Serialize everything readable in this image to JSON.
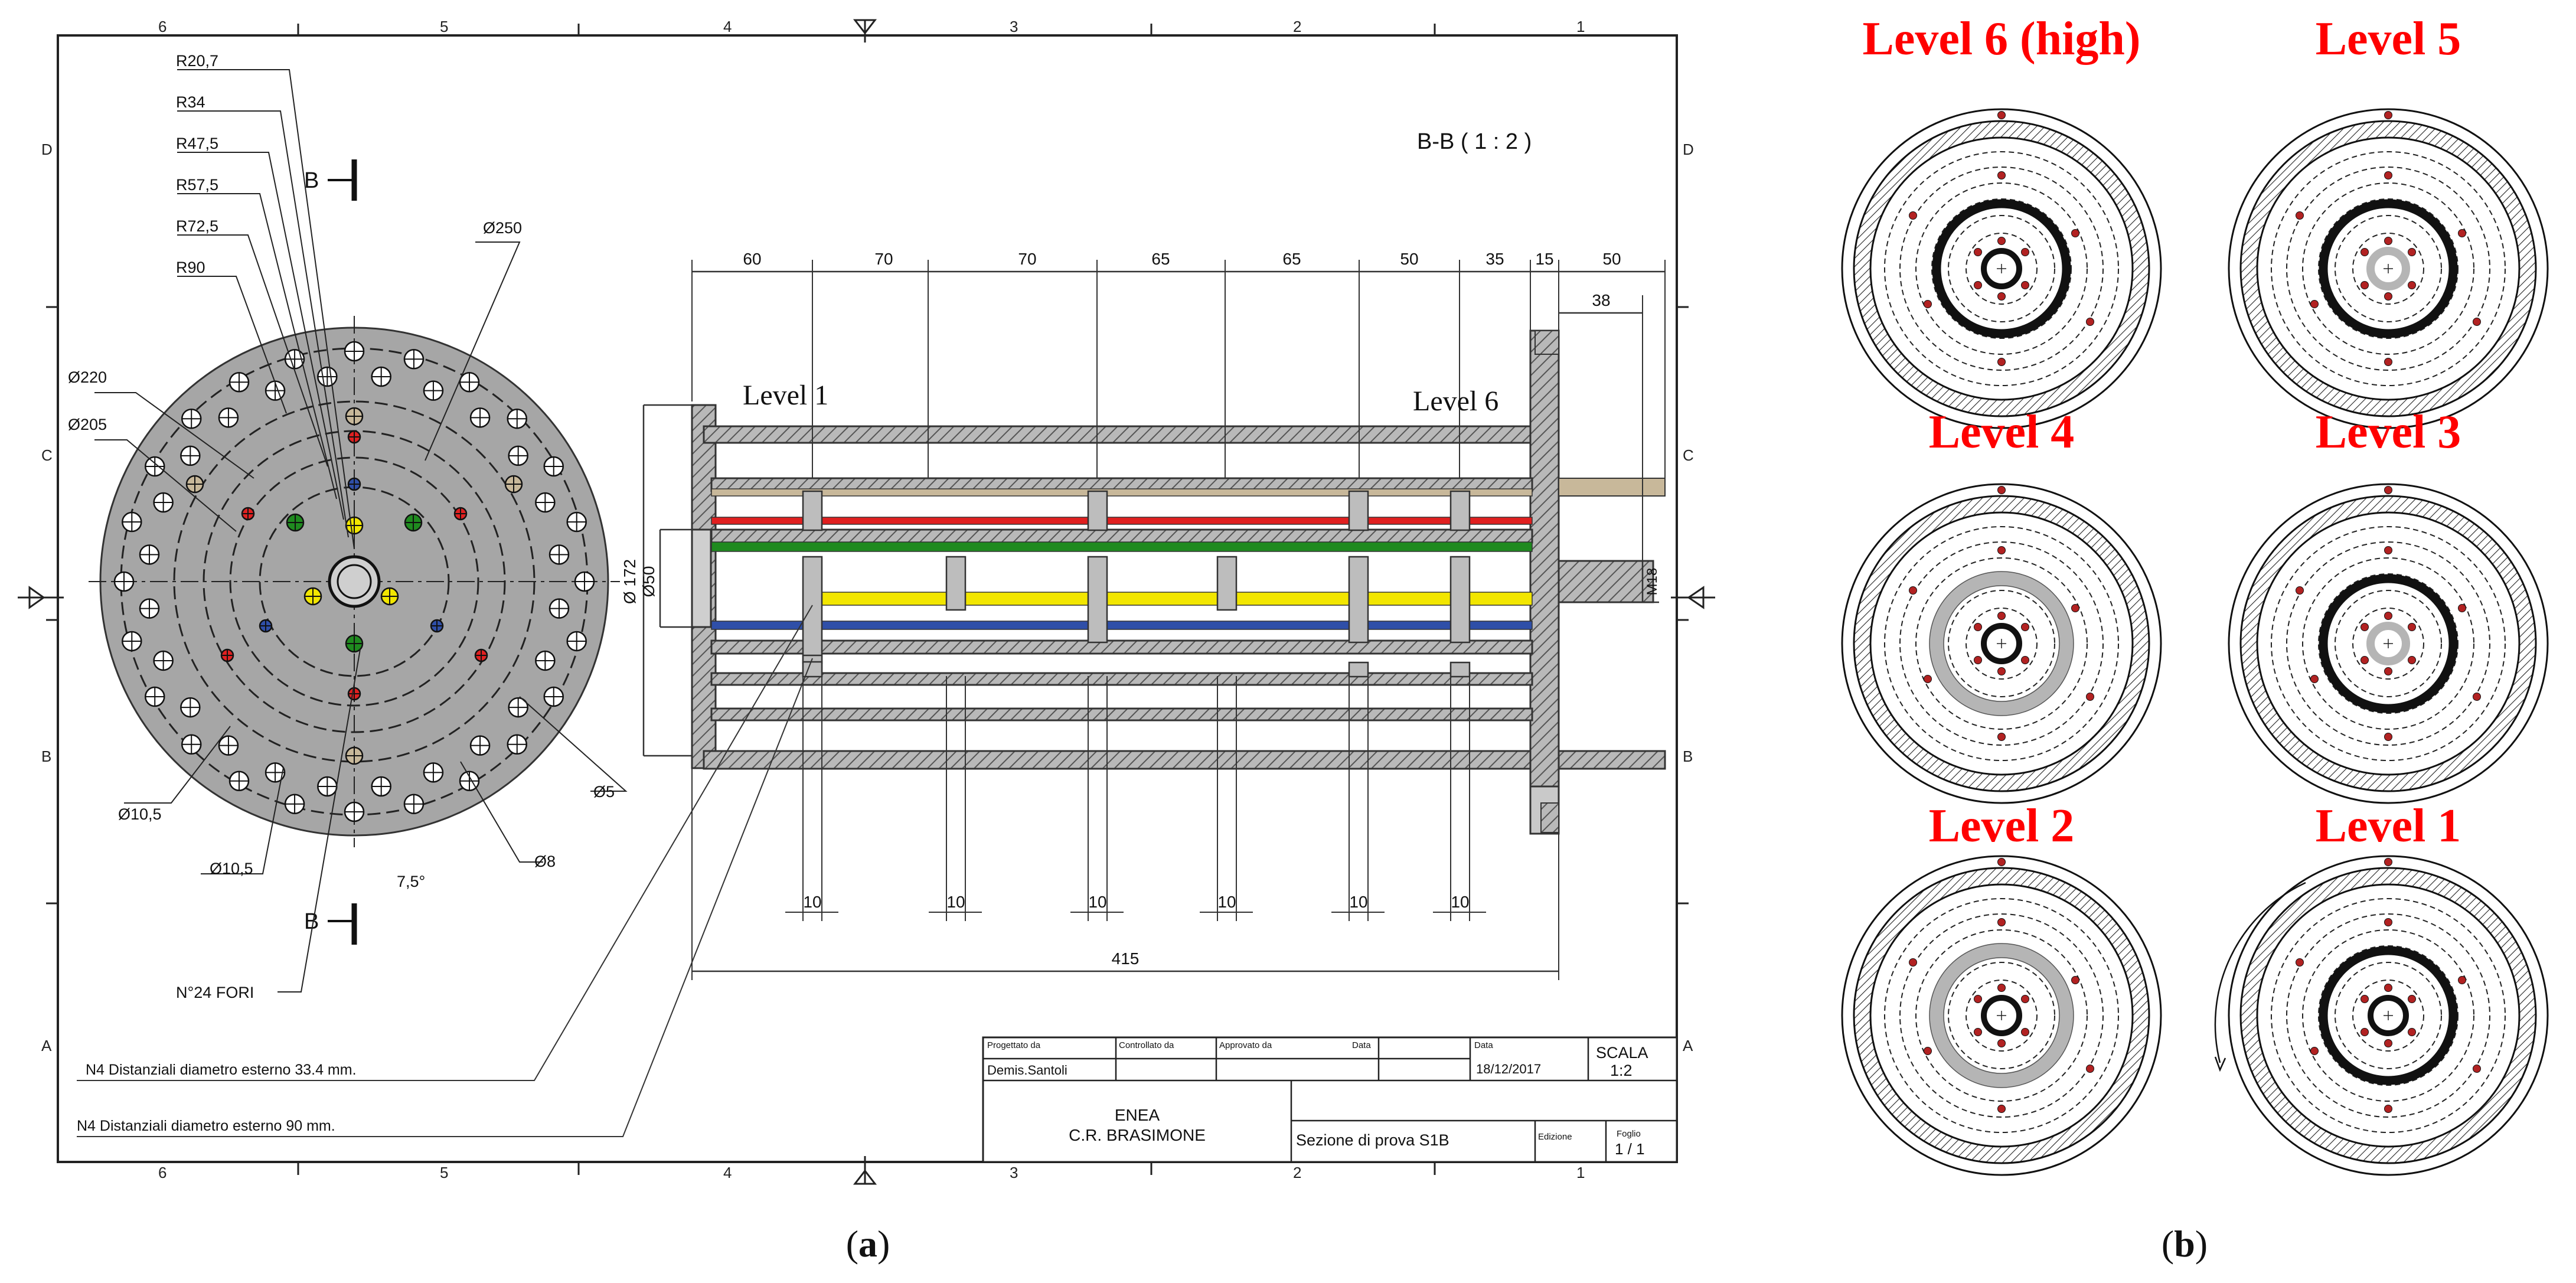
{
  "panel_a": {
    "caption_letter": "a",
    "zone_cols_top": [
      "6",
      "5",
      "4",
      "3",
      "2",
      "1"
    ],
    "zone_rows_left": [
      "D",
      "C",
      "B",
      "A"
    ],
    "section_title": "B-B ( 1 : 2 )",
    "section_marker": "B",
    "radii_labels": [
      "R20,7",
      "R34",
      "R47,5",
      "R57,5",
      "R72,5",
      "R90"
    ],
    "diameter_labels": {
      "d250": "Ø250",
      "d220": "Ø220",
      "d205": "Ø205",
      "d10_5a": "Ø10,5",
      "d10_5b": "Ø10,5",
      "d5": "Ø5",
      "d8": "Ø8",
      "angle": "7,5°",
      "holes": "N°24 FORI",
      "d172": "Ø 172",
      "d50": "Ø50",
      "m18": "M18"
    },
    "level_first": "Level 1",
    "level_last": "Level 6",
    "top_dims": [
      "60",
      "70",
      "70",
      "65",
      "65",
      "50",
      "35",
      "15",
      "50"
    ],
    "dim_38": "38",
    "spacer_dims": [
      "10",
      "10",
      "10",
      "10",
      "10",
      "10"
    ],
    "total_length": "415",
    "notes": [
      "N4 Distanziali diametro esterno 33.4 mm.",
      "N4 Distanziali diametro esterno 90 mm."
    ],
    "title_block": {
      "designed_by_label": "Progettato da",
      "checked_by_label": "Controllato da",
      "approved_by_label": "Approvato da",
      "date_label_1": "Data",
      "date_label_2": "Data",
      "scale_label": "SCALA",
      "designer": "Demis.Santoli",
      "date": "18/12/2017",
      "scale": "1:2",
      "company_line1": "ENEA",
      "company_line2": "C.R. BRASIMONE",
      "drawing_title": "Sezione di prova S1B",
      "edition_label": "Edizione",
      "sheet_label": "Foglio",
      "sheet": "1 / 1"
    }
  },
  "panel_b": {
    "caption_letter": "b",
    "levels": [
      {
        "label": "Level 6 (high)",
        "thick_ring": "black",
        "inner_ring": "black"
      },
      {
        "label": "Level 5",
        "thick_ring": "black",
        "inner_ring": "grey"
      },
      {
        "label": "Level 4",
        "thick_ring": "grey",
        "inner_ring": "black"
      },
      {
        "label": "Level 3",
        "thick_ring": "black",
        "inner_ring": "grey"
      },
      {
        "label": "Level 2",
        "thick_ring": "grey",
        "inner_ring": "black"
      },
      {
        "label": "Level 1",
        "thick_ring": "black",
        "inner_ring": "black"
      }
    ]
  },
  "colors": {
    "metal_fill": "#a8a8a8",
    "disc_fill": "#a6a6a6",
    "level_title": "#ff0000",
    "thermocouple_dot": "#b22222",
    "rod_tan": "#c8b89a",
    "rod_red": "#e02020",
    "rod_green": "#1f8a1f",
    "rod_yellow": "#f2e600",
    "rod_blue": "#2f4fa8"
  }
}
